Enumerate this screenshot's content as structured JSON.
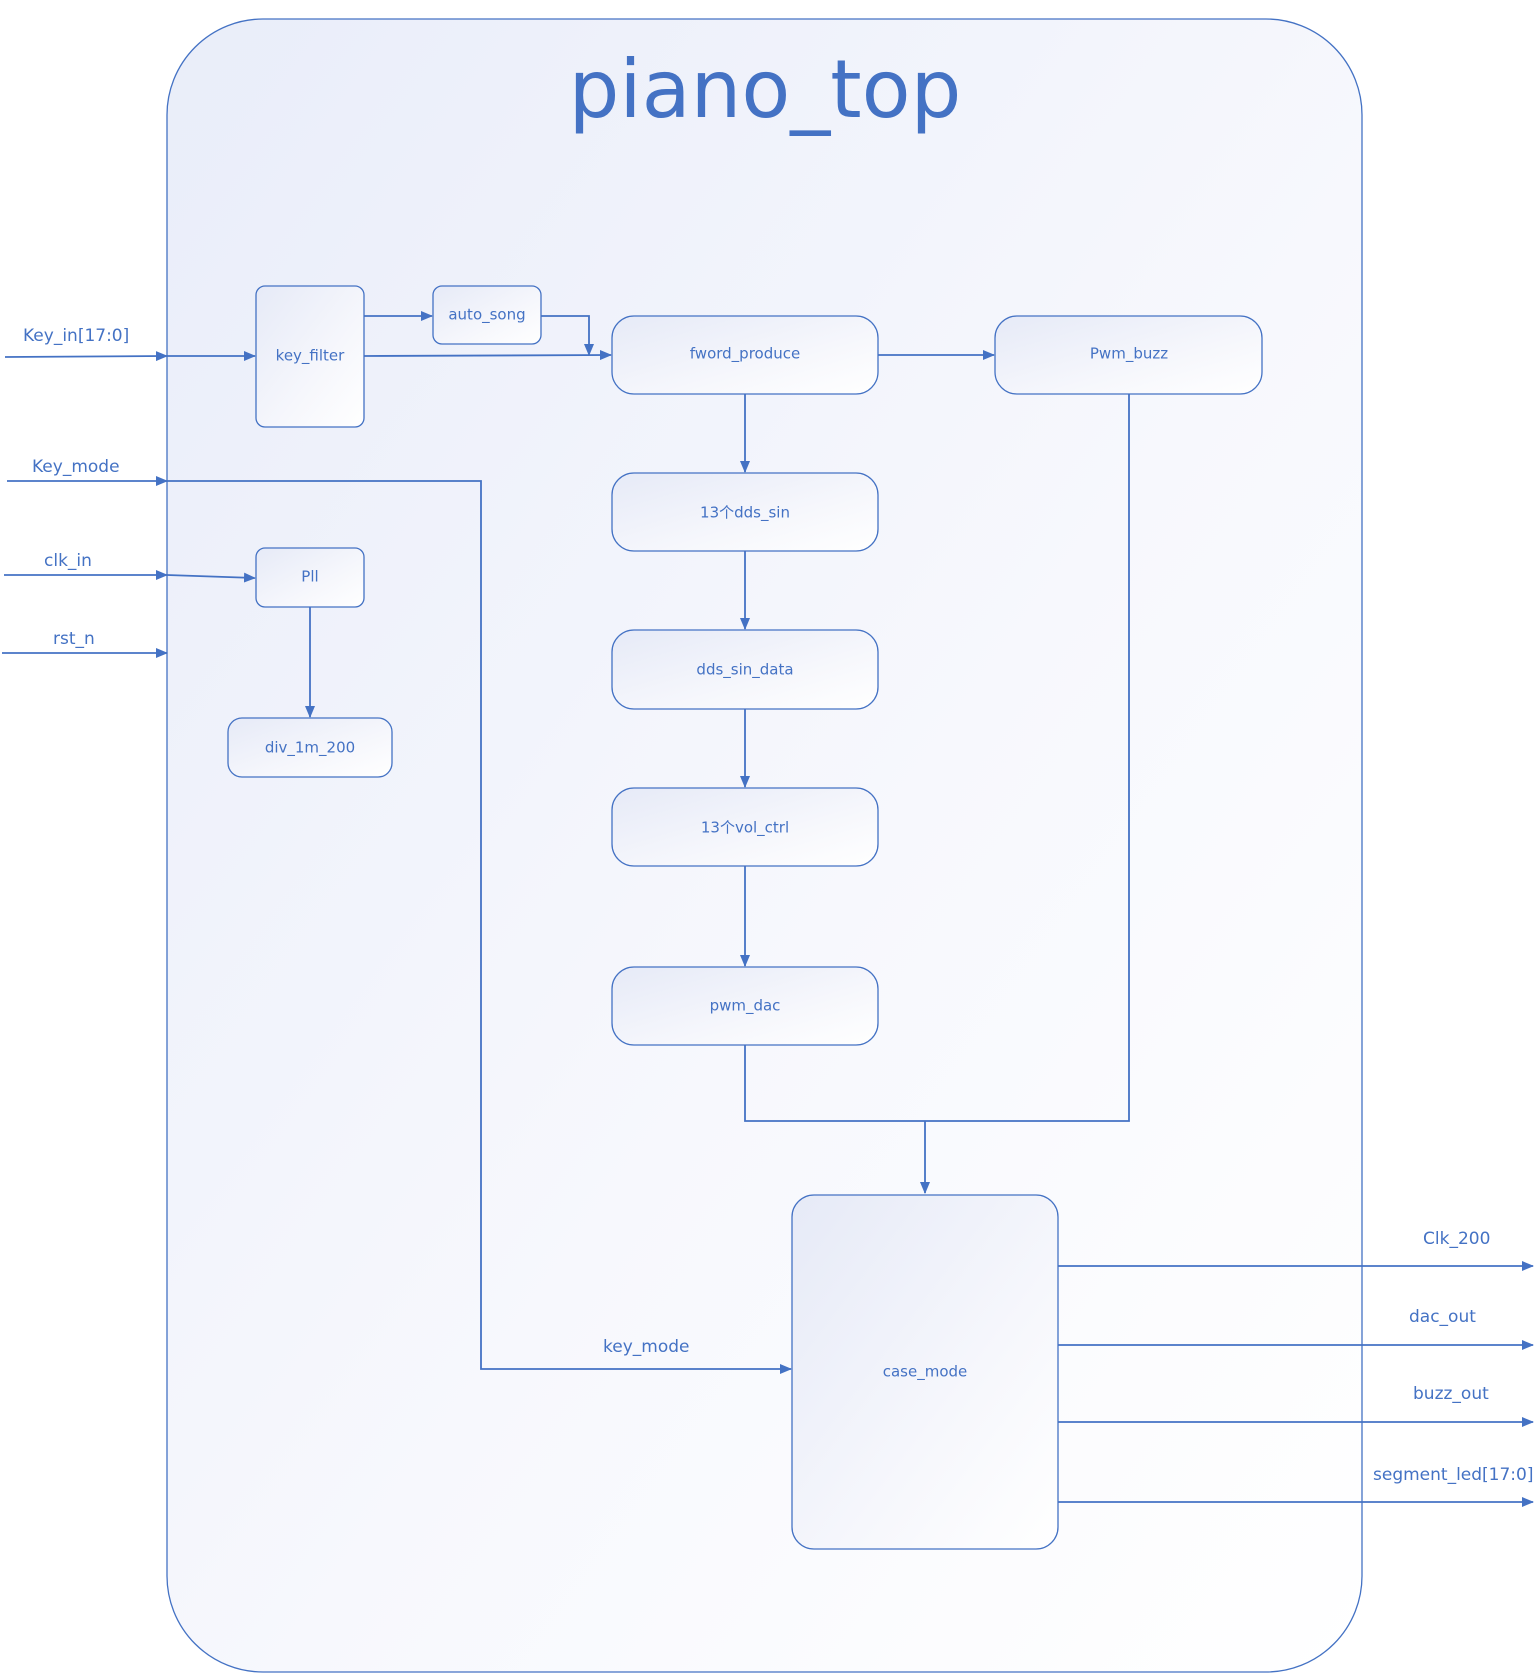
{
  "title": "piano_top",
  "blocks": {
    "key_filter": "key_filter",
    "auto_song": "auto_song",
    "fword_produce": "fword_produce",
    "pwm_buzz": "Pwm_buzz",
    "dds_sin": "13个dds_sin",
    "dds_sin_data": "dds_sin_data",
    "vol_ctrl": "13个vol_ctrl",
    "pwm_dac": "pwm_dac",
    "pll": "Pll",
    "div": "div_1m_200",
    "case_mode": "case_mode"
  },
  "inputs": {
    "key_in": "Key_in[17:0]",
    "key_mode": "Key_mode",
    "clk_in": "clk_in",
    "rst_n": "rst_n"
  },
  "internal": {
    "key_mode": "key_mode"
  },
  "outputs": {
    "clk_200": "Clk_200",
    "dac_out": "dac_out",
    "buzz_out": "buzz_out",
    "segment_led": "segment_led[17:0]"
  },
  "colors": {
    "line": "#4472c4",
    "block_fill_top": "#e8ecf8",
    "background": "#ffffff"
  }
}
